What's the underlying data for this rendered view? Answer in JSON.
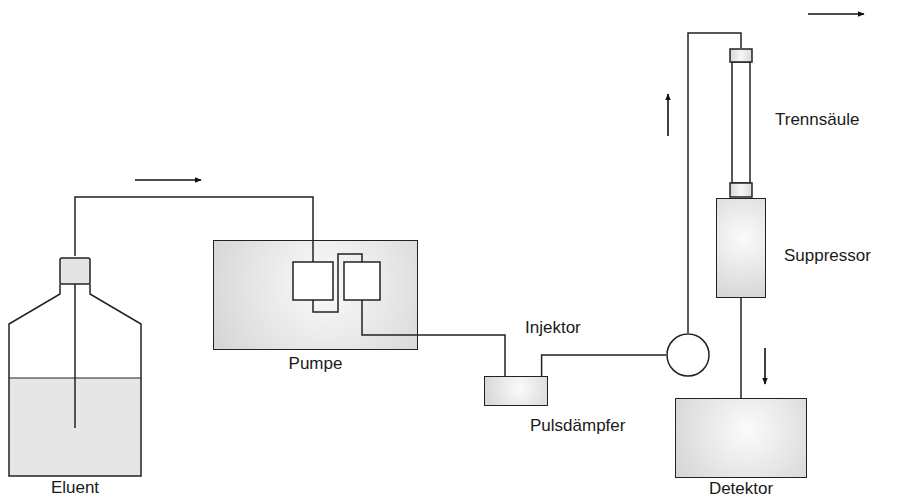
{
  "diagram": {
    "nodes": [
      {
        "text": [
          "Eluent"
        ]
      },
      {
        "text": [
          "Pumpe"
        ]
      },
      {
        "text": [
          "Pulsdämpfer"
        ]
      },
      {
        "text": [
          "Injektor"
        ]
      },
      {
        "text": [
          "Trennsäule"
        ]
      },
      {
        "text": [
          "Suppressor"
        ]
      },
      {
        "text": [
          "Detektor"
        ]
      }
    ],
    "edges": [
      {
        "from": 0,
        "to": 1,
        "arrow": "none"
      },
      {
        "from": 1,
        "to": 2,
        "arrow": "none"
      },
      {
        "from": 2,
        "to": 3,
        "arrow": "none"
      },
      {
        "from": 3,
        "to": 4,
        "arrow": "none"
      },
      {
        "from": 5,
        "to": 6,
        "arrow": "none"
      }
    ]
  }
}
